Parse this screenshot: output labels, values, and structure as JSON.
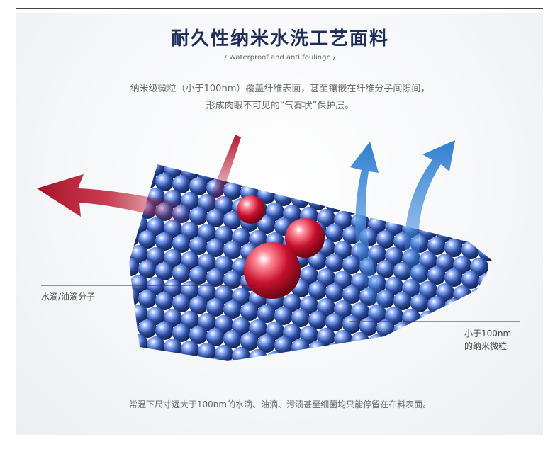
{
  "title": "耐久性纳米水洗工艺面料",
  "subtitle": "/ Waterproof and anti foulingn /",
  "description": {
    "line1": "纳米级微粒（小于100nm）覆盖纤维表面，甚至镶嵌在纤维分子间隙间，",
    "line2": "形成肉眼不可见的“气雾状”保护层。"
  },
  "callouts": {
    "droplet": "水滴/油滴分子",
    "nano_line1": "小于100nm",
    "nano_line2": "的纳米微粒"
  },
  "footer": "常温下尺寸远大于100nm的水滴、油滴、污渍甚至细菌均只能停留在布料表面。",
  "colors": {
    "title": "#1f2f5a",
    "bead": "#2b4a9a",
    "droplet": "#c8102e",
    "blue_arrow": "#2f7fd0",
    "red_arrow": "#b3192e"
  },
  "illustration": {
    "icons": [
      "fabric-bead-layer",
      "red-droplet-icon",
      "red-arrow-icon",
      "blue-arrow-icon"
    ]
  }
}
